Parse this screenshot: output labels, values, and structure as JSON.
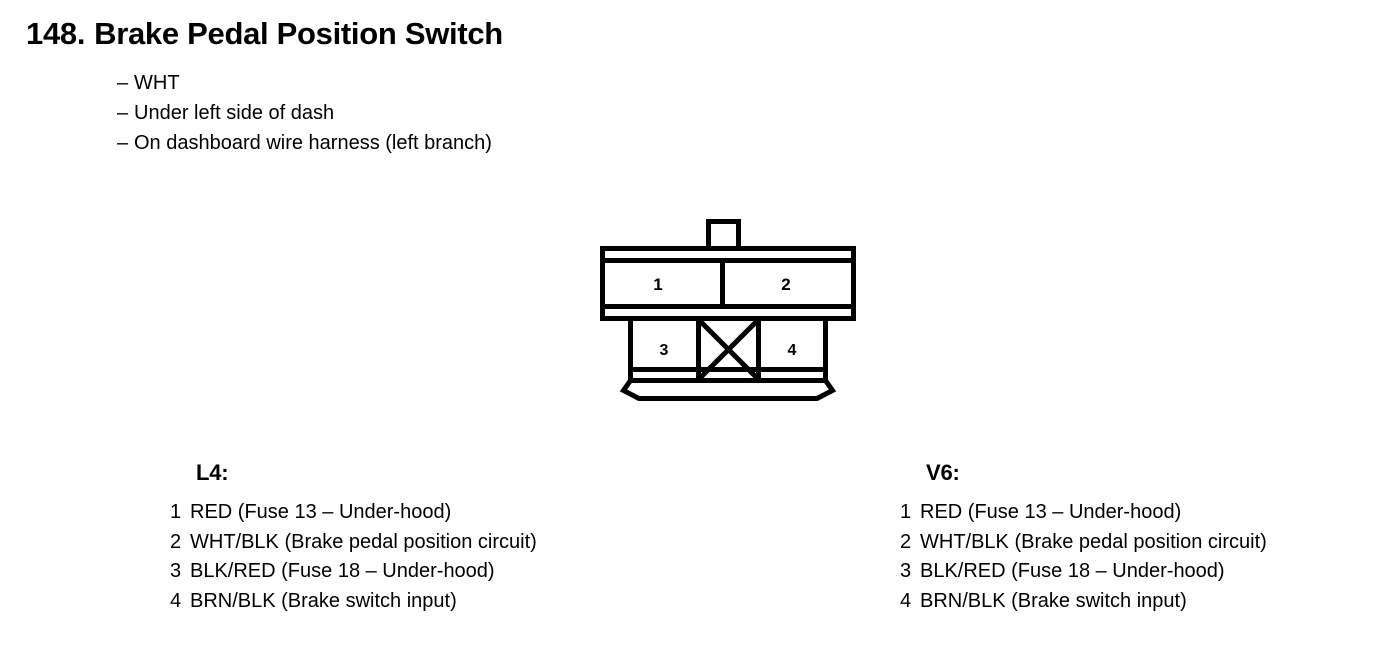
{
  "header": {
    "number": "148.",
    "title": "Brake Pedal Position Switch",
    "specs": [
      "WHT",
      "Under left side of dash",
      "On dashboard wire harness (left branch)"
    ]
  },
  "connector": {
    "name": "4-pin connector face view",
    "pins": [
      {
        "id": "1",
        "label": "1"
      },
      {
        "id": "2",
        "label": "2"
      },
      {
        "id": "3",
        "label": "3"
      },
      {
        "id": "4",
        "label": "4"
      }
    ],
    "blocked_cavity": "X",
    "stroke_color": "#000000",
    "fill_color": "#ffffff"
  },
  "pinouts": [
    {
      "key": "l4",
      "heading": "L4:",
      "rows": [
        {
          "index": "1",
          "text": "RED (Fuse 13 – Under-hood)"
        },
        {
          "index": "2",
          "text": "WHT/BLK (Brake pedal position circuit)"
        },
        {
          "index": "3",
          "text": "BLK/RED (Fuse 18 – Under-hood)"
        },
        {
          "index": "4",
          "text": "BRN/BLK (Brake switch input)"
        }
      ]
    },
    {
      "key": "v6",
      "heading": "V6:",
      "rows": [
        {
          "index": "1",
          "text": "RED (Fuse 13 – Under-hood)"
        },
        {
          "index": "2",
          "text": "WHT/BLK (Brake pedal position circuit)"
        },
        {
          "index": "3",
          "text": "BLK/RED (Fuse 18 – Under-hood)"
        },
        {
          "index": "4",
          "text": "BRN/BLK (Brake switch input)"
        }
      ]
    }
  ]
}
